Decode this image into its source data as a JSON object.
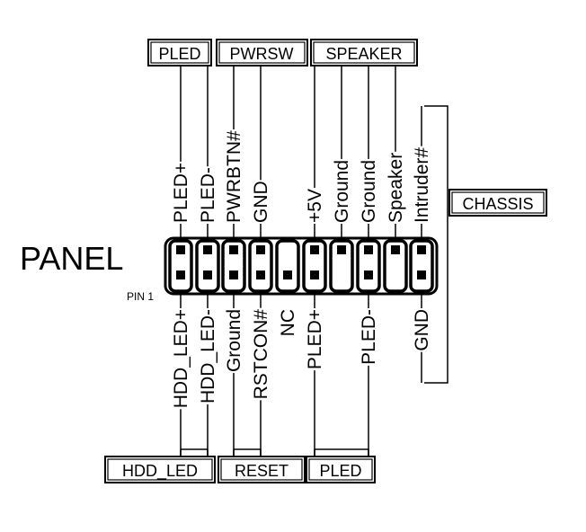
{
  "title": "PANEL",
  "pin1_label": "PIN 1",
  "top_groups": [
    "PLED",
    "PWRSW",
    "SPEAKER"
  ],
  "side_group": "CHASSIS",
  "bottom_groups": [
    "HDD_LED",
    "RESET",
    "PLED"
  ],
  "top_pins": [
    "PLED+",
    "PLED-",
    "PWRBTN#",
    "GND",
    "",
    "+5V",
    "Ground",
    "Ground",
    "Speaker",
    "Intruder#"
  ],
  "bottom_pins": [
    "HDD_LED+",
    "HDD_LED-",
    "Ground",
    "RSTCON#",
    "NC",
    "PLED+",
    "",
    "PLED-",
    "",
    "GND"
  ],
  "colors": {
    "ink": "#000000",
    "paper": "#ffffff"
  }
}
